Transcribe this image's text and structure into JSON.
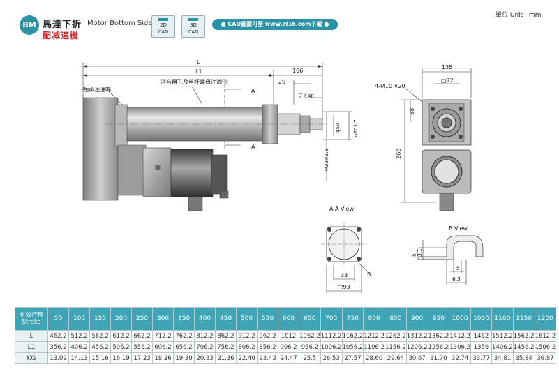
{
  "header": {
    "badge": "BM",
    "title_zh": "馬達下折",
    "title_en": "Motor Bottom Side",
    "subtitle": "配减速機",
    "cad_2d": {
      "num": "2D",
      "word": "CAD"
    },
    "cad_3d": {
      "num": "3D",
      "word": "CAD"
    },
    "cad_link": "● CAD圖面可至 www.cf16.com下載 ●",
    "unit": "單位 Unit : mm"
  },
  "drawing": {
    "label_L": "L",
    "label_L1": "L1",
    "dim_106": "106",
    "dim_29": "29",
    "dim_48": "牙长48",
    "label_oil1": "軸承注油嘴",
    "label_oil2": "消音器孔及丝杆螺母注油位",
    "label_A_top": "A",
    "label_A_bot": "A",
    "dim_phi50": "φ50",
    "dim_phi70": "φ70 h7",
    "dim_m22": "M22×1.5",
    "dim_135": "135",
    "dim_72": "□72",
    "dim_m10": "4-M10 ⊽20",
    "dim_58": "58",
    "dim_260": "260",
    "view_aa": "A-A View",
    "view_b": "B View",
    "dim_33": "33",
    "dim_93": "□93",
    "label_B": "B",
    "dim_3_1": "3.1",
    "dim_5a": "5",
    "dim_5b": "5",
    "dim_6_3": "6.3"
  },
  "table": {
    "row_head_zh": "有效行程",
    "row_head_en": "Stroke",
    "strokes": [
      "50",
      "100",
      "150",
      "200",
      "250",
      "300",
      "350",
      "400",
      "450",
      "500",
      "550",
      "600",
      "650",
      "700",
      "750",
      "800",
      "850",
      "900",
      "950",
      "1000",
      "1050",
      "1100",
      "1150",
      "1200"
    ],
    "rows": [
      {
        "label": "L",
        "values": [
          "462.2",
          "512.2",
          "562.2",
          "612.2",
          "662.2",
          "712.2",
          "762.2",
          "812.2",
          "862.2",
          "912.2",
          "962.2",
          "1012",
          "1062.2",
          "1112.2",
          "1162.2",
          "1212.2",
          "1262.2",
          "1312.2",
          "1362.2",
          "1412.2",
          "1462",
          "1512.2",
          "1562.2",
          "1612.2"
        ]
      },
      {
        "label": "L1",
        "values": [
          "356.2",
          "406.2",
          "456.2",
          "506.2",
          "556.2",
          "606.2",
          "656.2",
          "706.2",
          "756.2",
          "806.2",
          "856.2",
          "906.2",
          "956.2",
          "1006.2",
          "1056.2",
          "1106.2",
          "1156.2",
          "1206.2",
          "1256.2",
          "1306.2",
          "1356",
          "1406.2",
          "1456.2",
          "1506.2"
        ]
      },
      {
        "label": "KG",
        "values": [
          "13.09",
          "14.13",
          "15.16",
          "16.19",
          "17.23",
          "18.26",
          "19.30",
          "20.33",
          "21.36",
          "22.40",
          "23.43",
          "24.47",
          "25.5",
          "26.53",
          "27.57",
          "28.60",
          "29.64",
          "30.67",
          "31.70",
          "32.74",
          "33.77",
          "34.81",
          "35.84",
          "36.87"
        ]
      }
    ]
  }
}
